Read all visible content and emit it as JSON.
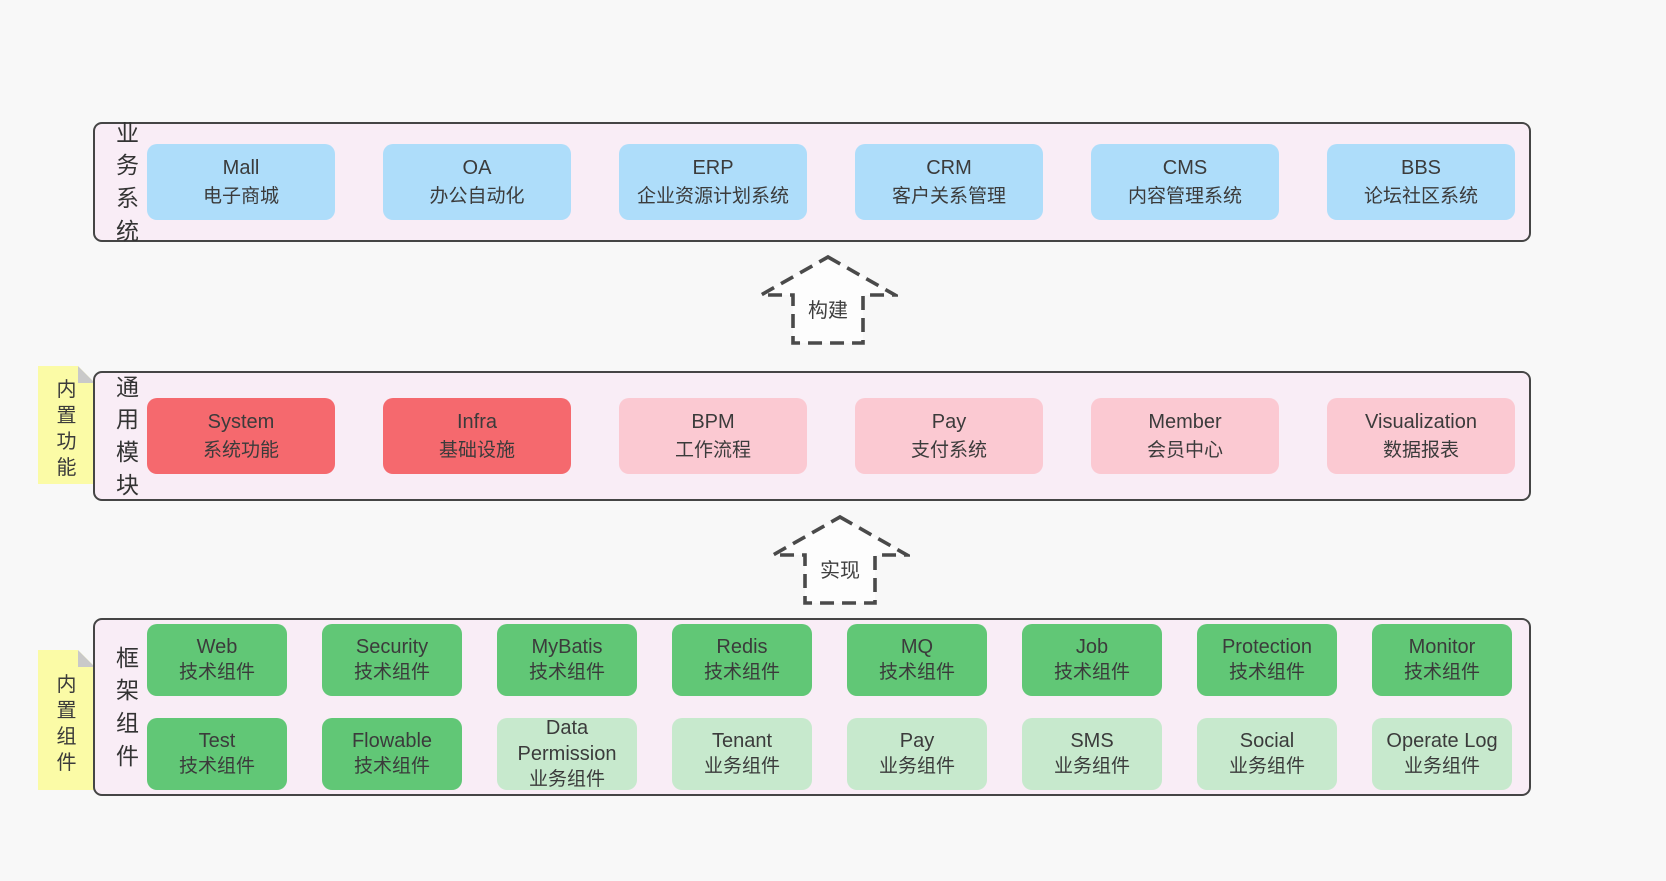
{
  "diagram": {
    "bands": [
      {
        "label": "业务系统",
        "boxes": [
          {
            "name": "Mall",
            "desc": "电子商城",
            "type": "blue"
          },
          {
            "name": "OA",
            "desc": "办公自动化",
            "type": "blue"
          },
          {
            "name": "ERP",
            "desc": "企业资源计划系统",
            "type": "blue"
          },
          {
            "name": "CRM",
            "desc": "客户关系管理",
            "type": "blue"
          },
          {
            "name": "CMS",
            "desc": "内容管理系统",
            "type": "blue"
          },
          {
            "name": "BBS",
            "desc": "论坛社区系统",
            "type": "blue"
          }
        ]
      },
      {
        "label": "通用模块",
        "note": "内置功能",
        "boxes": [
          {
            "name": "System",
            "desc": "系统功能",
            "type": "red"
          },
          {
            "name": "Infra",
            "desc": "基础设施",
            "type": "red"
          },
          {
            "name": "BPM",
            "desc": "工作流程",
            "type": "pink"
          },
          {
            "name": "Pay",
            "desc": "支付系统",
            "type": "pink"
          },
          {
            "name": "Member",
            "desc": "会员中心",
            "type": "pink"
          },
          {
            "name": "Visualization",
            "desc": "数据报表",
            "type": "pink"
          }
        ]
      },
      {
        "label": "框架组件",
        "note": "内置组件",
        "rows": [
          [
            {
              "name": "Web",
              "desc": "技术组件",
              "type": "green-dark"
            },
            {
              "name": "Security",
              "desc": "技术组件",
              "type": "green-dark"
            },
            {
              "name": "MyBatis",
              "desc": "技术组件",
              "type": "green-dark"
            },
            {
              "name": "Redis",
              "desc": "技术组件",
              "type": "green-dark"
            },
            {
              "name": "MQ",
              "desc": "技术组件",
              "type": "green-dark"
            },
            {
              "name": "Job",
              "desc": "技术组件",
              "type": "green-dark"
            },
            {
              "name": "Protection",
              "desc": "技术组件",
              "type": "green-dark"
            },
            {
              "name": "Monitor",
              "desc": "技术组件",
              "type": "green-dark"
            }
          ],
          [
            {
              "name": "Test",
              "desc": "技术组件",
              "type": "green-dark"
            },
            {
              "name": "Flowable",
              "desc": "技术组件",
              "type": "green-dark"
            },
            {
              "name": "Data Permission",
              "desc": "业务组件",
              "type": "green-light"
            },
            {
              "name": "Tenant",
              "desc": "业务组件",
              "type": "green-light"
            },
            {
              "name": "Pay",
              "desc": "业务组件",
              "type": "green-light"
            },
            {
              "name": "SMS",
              "desc": "业务组件",
              "type": "green-light"
            },
            {
              "name": "Social",
              "desc": "业务组件",
              "type": "green-light"
            },
            {
              "name": "Operate Log",
              "desc": "业务组件",
              "type": "green-light"
            }
          ]
        ]
      }
    ],
    "arrows": [
      {
        "label": "构建"
      },
      {
        "label": "实现"
      }
    ],
    "colors": {
      "page_bg": "#f8f8f8",
      "band_bg": "#f9edf6",
      "band_border": "#454545",
      "blue": "#aeddfa",
      "red": "#f5696e",
      "pink": "#fbc9d2",
      "green_dark": "#61c776",
      "green_light": "#c7e9cd",
      "note_yellow": "#fbfba6",
      "fold_gray": "#c9c9c9",
      "text": "#3b3b3b"
    }
  }
}
